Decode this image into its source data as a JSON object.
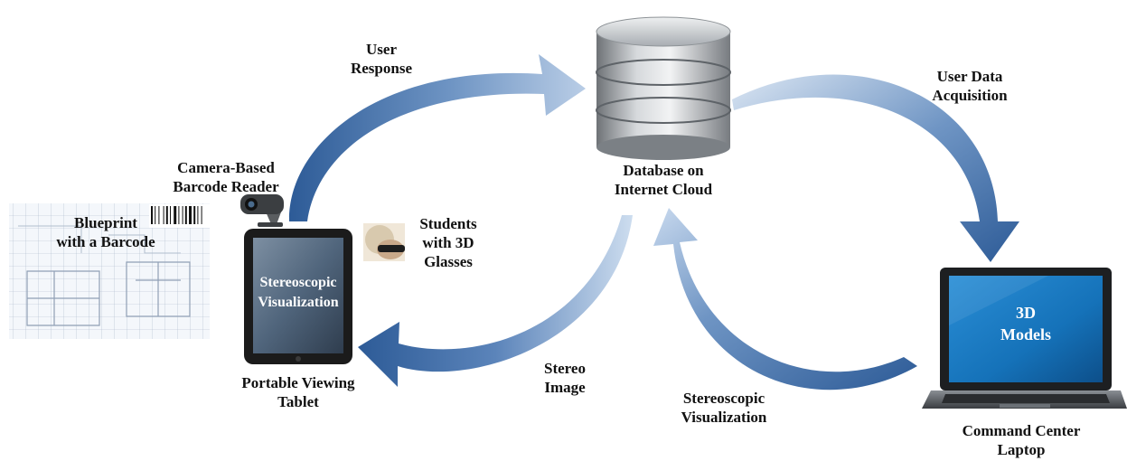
{
  "labels": {
    "user_response": [
      "User",
      "Response"
    ],
    "user_data_acquisition": [
      "User Data",
      "Acquisition"
    ],
    "database": [
      "Database on",
      "Internet Cloud"
    ],
    "camera_reader": [
      "Camera-Based",
      "Barcode Reader"
    ],
    "blueprint": [
      "Blueprint",
      "with a Barcode"
    ],
    "tablet_screen": [
      "Stereoscopic",
      "Visualization"
    ],
    "students": [
      "Students",
      "with 3D",
      "Glasses"
    ],
    "portable_tablet": [
      "Portable Viewing",
      "Tablet"
    ],
    "stereo_image": [
      "Stereo",
      "Image"
    ],
    "stereoscopic_visualization": [
      "Stereoscopic",
      "Visualization"
    ],
    "laptop_screen": [
      "3D",
      "Models"
    ],
    "command_center": [
      "Command Center",
      "Laptop"
    ]
  },
  "colors": {
    "arrow_dark": "#2d5b97",
    "arrow_light": "#b9cde6",
    "tablet_body": "#1b1b1b",
    "tablet_screen": "#5a6f85",
    "laptop_screen": "#1f7fc7",
    "database": "#8d9296"
  }
}
